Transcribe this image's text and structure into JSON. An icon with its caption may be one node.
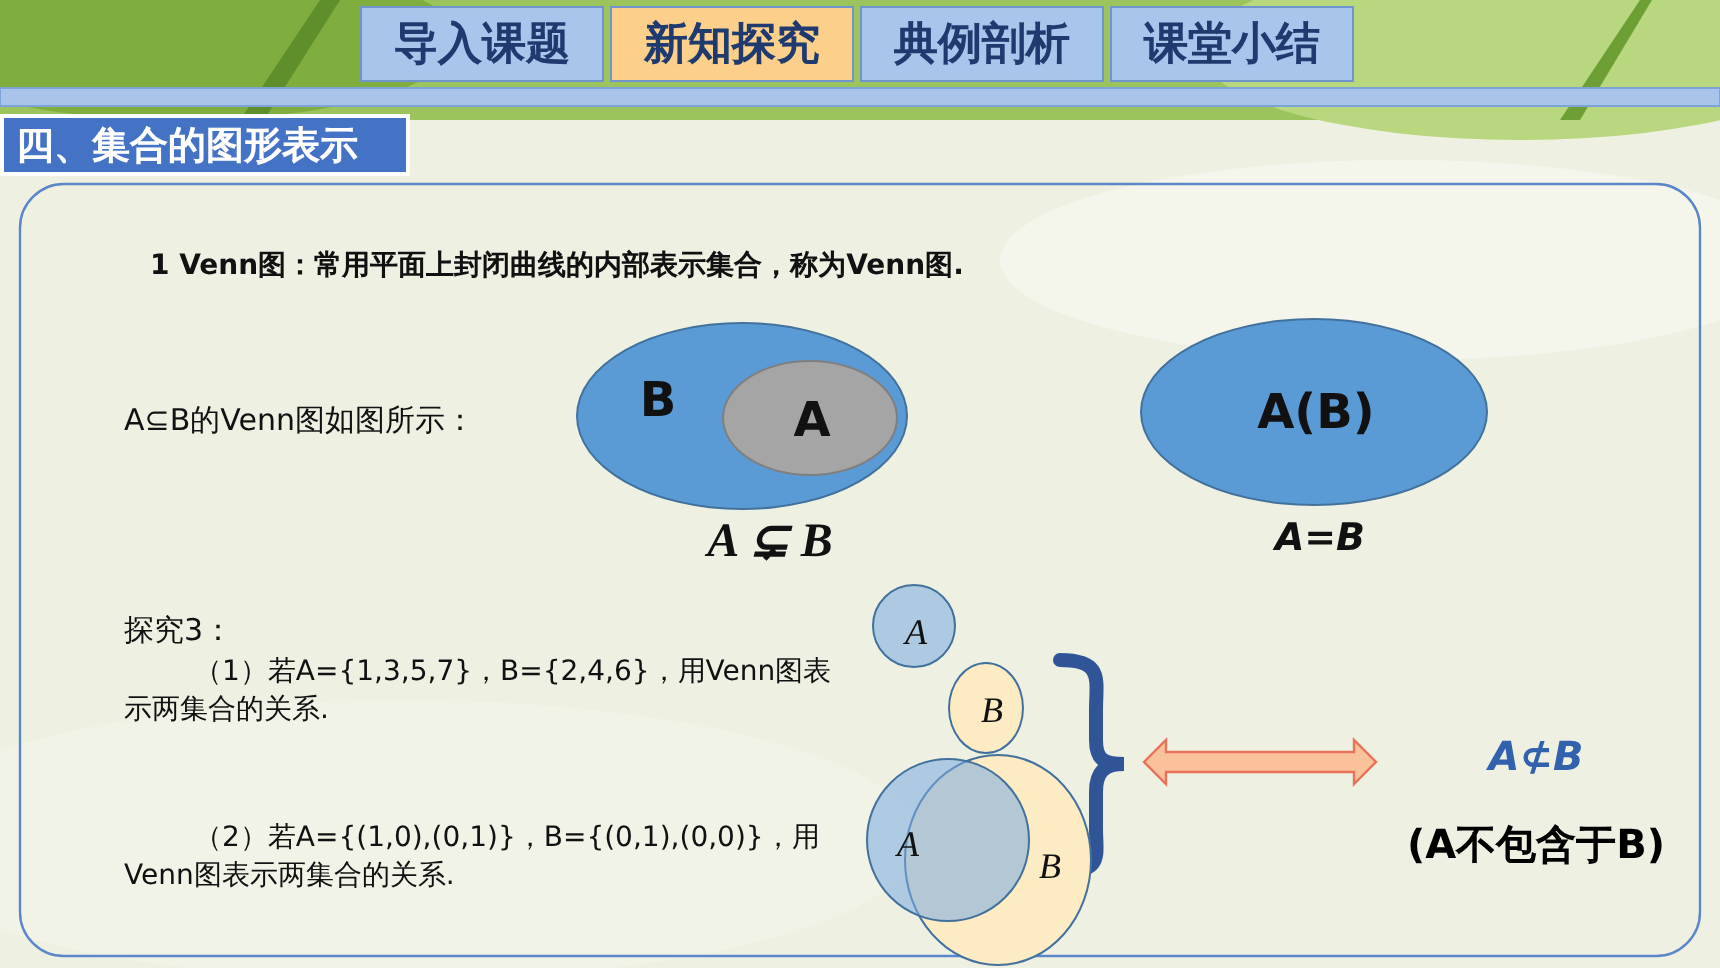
{
  "diagram": {
    "nodes": [
      {
        "text": [
          "导入课题"
        ]
      },
      {
        "text": [
          "新知探究"
        ]
      },
      {
        "text": [
          "典例剖析"
        ]
      },
      {
        "text": [
          "课堂小结"
        ]
      },
      {
        "text": [
          "四、集合的图形表示"
        ]
      },
      {
        "text": [
          "B"
        ],
        "beside": [
          "*A* ⊊ *B*"
        ]
      },
      {
        "text": [
          "A"
        ],
        "in": 5
      },
      {
        "text": [
          "A(B)"
        ],
        "beside": [
          "A=B"
        ]
      },
      {
        "text": [
          "A"
        ]
      },
      {
        "text": [
          "B"
        ]
      },
      {
        "text": [
          "A"
        ]
      },
      {
        "text": [
          "B"
        ]
      },
      {
        "text": [
          "A⊄B",
          "(A不包含于B)"
        ]
      }
    ],
    "edges": [
      {
        "from": null,
        "to": 12,
        "arrow": "both",
        "style": "thick",
        "color": "#f9c29a"
      }
    ],
    "labels": [
      "1 Venn图：常用平面上封闭曲线的内部表示集合，称为Venn图.",
      "A⊆B的Venn图如图所示：",
      "探究3：",
      "（1）若A={1,3,5,7}，B={2,4,6}，用Venn图表示两集合的关系.",
      "（2）若A={(1,0),(0,1)}，B={(0,1),(0,0)}，用Venn图表示两集合的关系."
    ]
  }
}
